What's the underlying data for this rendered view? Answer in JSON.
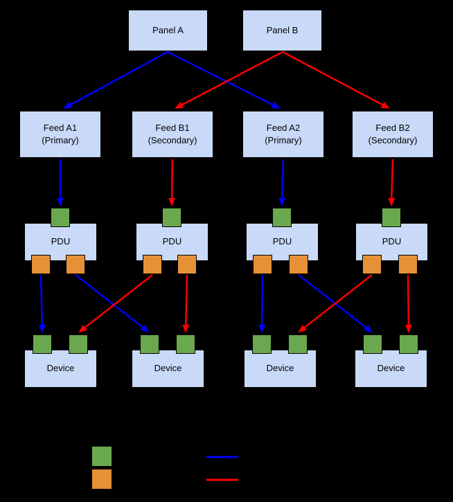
{
  "diagram": {
    "panels": [
      {
        "label": "Panel A"
      },
      {
        "label": "Panel B"
      }
    ],
    "feeds": [
      {
        "line1": "Feed A1",
        "line2": "(Primary)"
      },
      {
        "line1": "Feed B1",
        "line2": "(Secondary)"
      },
      {
        "line1": "Feed A2",
        "line2": "(Primary)"
      },
      {
        "line1": "Feed B2",
        "line2": "(Secondary)"
      }
    ],
    "pdus": [
      {
        "label": "PDU"
      },
      {
        "label": "PDU"
      },
      {
        "label": "PDU"
      },
      {
        "label": "PDU"
      }
    ],
    "devices": [
      {
        "label": "Device"
      },
      {
        "label": "Device"
      },
      {
        "label": "Device"
      },
      {
        "label": "Device"
      }
    ],
    "colors": {
      "background": "#000000",
      "box_fill": "#c9daf8",
      "box_border": "#000000",
      "input_port_green": "#6aa84f",
      "output_port_orange": "#e69138",
      "primary_path_blue": "#0000ff",
      "secondary_path_red": "#ff0000"
    },
    "legend": {
      "swatches": [
        {
          "icon": "green-square-swatch",
          "color": "#6aa84f"
        },
        {
          "icon": "orange-square-swatch",
          "color": "#e69138"
        }
      ],
      "lines": [
        {
          "icon": "blue-line-swatch",
          "color": "#0000ff"
        },
        {
          "icon": "red-line-swatch",
          "color": "#ff0000"
        }
      ]
    }
  }
}
